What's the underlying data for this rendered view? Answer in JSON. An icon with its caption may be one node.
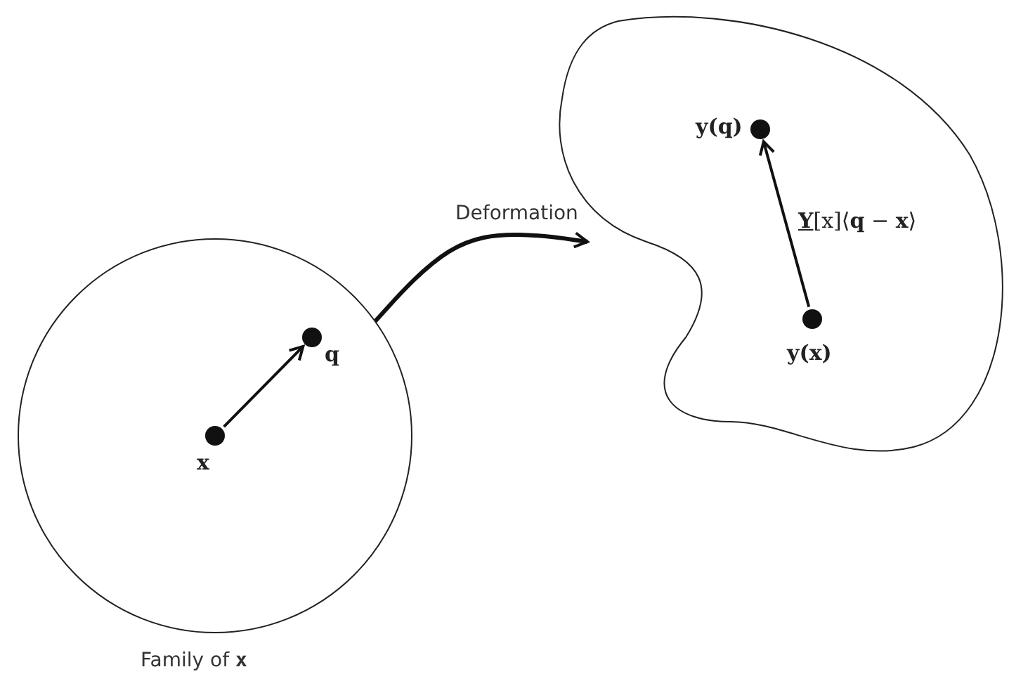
{
  "diagram": {
    "nodes": [
      {
        "text": [
          "Family of **x**"
        ]
      },
      {
        "text": [
          "x"
        ],
        "in": 0
      },
      {
        "text": [
          "q"
        ],
        "in": 0
      },
      {
        "text": [],
        "shape": "cloud"
      },
      {
        "text": [
          "y(q)"
        ],
        "in": 3
      },
      {
        "text": [
          "y(x)"
        ],
        "in": 3
      }
    ],
    "edges": [
      {
        "from": 1,
        "to": 2,
        "arrow": "to"
      },
      {
        "from": 0,
        "to": 3,
        "arrow": "to",
        "label": "Deformation"
      },
      {
        "from": 5,
        "to": 4,
        "arrow": "to",
        "label": "**Y**[x]⟨**q** − **x**⟩"
      }
    ]
  }
}
